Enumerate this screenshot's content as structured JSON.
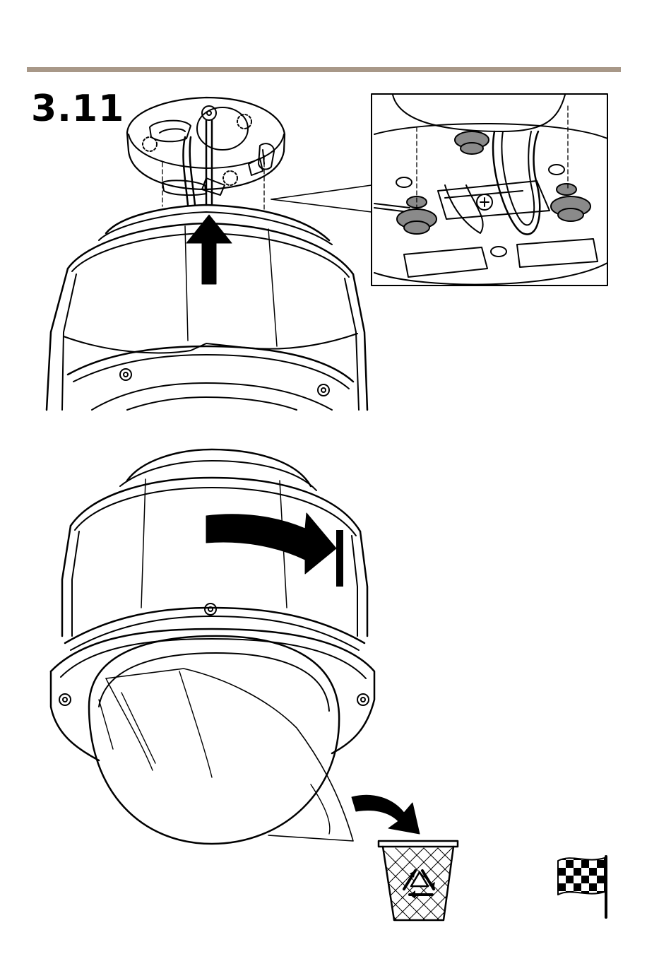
{
  "page": {
    "step_number": "3.11",
    "colors": {
      "rule": "#a89888",
      "ink": "#000000",
      "fill_grey": "#8a8a8a"
    }
  },
  "illustrations": {
    "top": "dome-camera-lifted-onto-mount",
    "inset": "mount-screws-detail",
    "bottom": "dome-camera-twist-lock",
    "icons": [
      "arrow-up-icon",
      "rotate-arrow-icon",
      "discard-arrow-icon",
      "recycle-bin-icon",
      "finish-flag-icon"
    ]
  }
}
